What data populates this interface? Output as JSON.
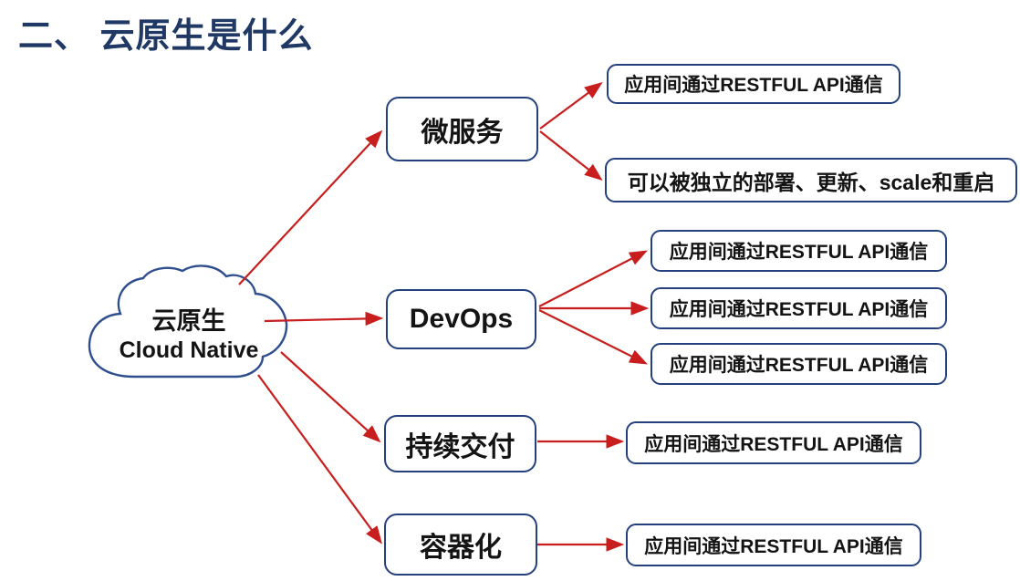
{
  "title": {
    "text": "二、 云原生是什么"
  },
  "root": {
    "line1": "云原生",
    "line2": "Cloud Native"
  },
  "colors": {
    "title": "#1F3864",
    "shape_border": "#24417E",
    "arrow": "#C81E1E",
    "text": "#141414",
    "background": "#FFFFFF"
  },
  "nodes": [
    {
      "id": "microservices",
      "label": "微服务"
    },
    {
      "id": "devops",
      "label": "DevOps"
    },
    {
      "id": "continuous-delivery",
      "label": "持续交付"
    },
    {
      "id": "containerization",
      "label": "容器化"
    }
  ],
  "leaves": [
    {
      "parent": "microservices",
      "label": "应用间通过RESTFUL API通信"
    },
    {
      "parent": "microservices",
      "label": "可以被独立的部署、更新、scale和重启"
    },
    {
      "parent": "devops",
      "label": "应用间通过RESTFUL API通信"
    },
    {
      "parent": "devops",
      "label": "应用间通过RESTFUL API通信"
    },
    {
      "parent": "devops",
      "label": "应用间通过RESTFUL API通信"
    },
    {
      "parent": "continuous-delivery",
      "label": "应用间通过RESTFUL API通信"
    },
    {
      "parent": "containerization",
      "label": "应用间通过RESTFUL API通信"
    }
  ]
}
